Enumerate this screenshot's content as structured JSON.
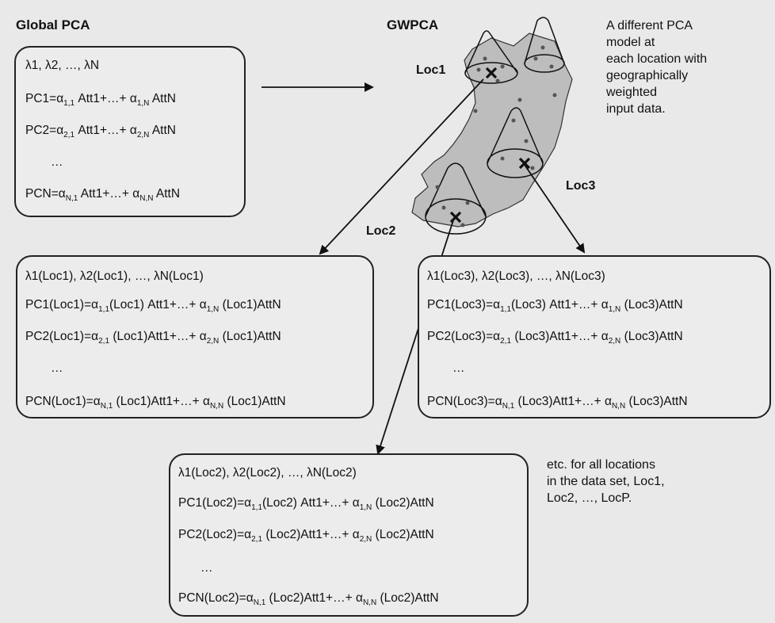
{
  "headings": {
    "global": "Global PCA",
    "gw": "GWPCA"
  },
  "notes": {
    "top_right": [
      "A different PCA",
      "model at",
      "each location with",
      "geographically",
      "weighted",
      "input data."
    ],
    "bottom_right": [
      "etc. for all locations",
      "in the data set, Loc1,",
      "Loc2, …, LocP."
    ]
  },
  "locations": {
    "loc1": "Loc1",
    "loc2": "Loc2",
    "loc3": "Loc3"
  },
  "global_box": {
    "eigen": "λ1, λ2, …, λN",
    "pc1": {
      "lhs": "PC1=α",
      "s1": "1,1",
      "mid": " Att1+…+ α",
      "s2": "1,N",
      "rhs": " AttN"
    },
    "pc2": {
      "lhs": "PC2=α",
      "s1": "2,1",
      "mid": " Att1+…+ α",
      "s2": "2,N",
      "rhs": " AttN"
    },
    "dots": "…",
    "pcn": {
      "lhs": "PCN=α",
      "s1": "N,1",
      "mid": " Att1+…+ α",
      "s2": "N,N",
      "rhs": " AttN"
    }
  },
  "loc1_box": {
    "eigen": "λ1(Loc1), λ2(Loc1), …, λN(Loc1)",
    "pc1": {
      "lhs": "PC1(Loc1)=α",
      "s1": "1,1",
      "mid": "(Loc1) Att1+…+ α",
      "s2": "1,N",
      "rhs": " (Loc1)AttN"
    },
    "pc2": {
      "lhs": "PC2(Loc1)=α",
      "s1": "2,1",
      "mid": " (Loc1)Att1+…+ α",
      "s2": "2,N",
      "rhs": " (Loc1)AttN"
    },
    "dots": "…",
    "pcn": {
      "lhs": "PCN(Loc1)=α",
      "s1": "N,1",
      "mid": " (Loc1)Att1+…+ α",
      "s2": "N,N",
      "rhs": " (Loc1)AttN"
    }
  },
  "loc3_box": {
    "eigen": "λ1(Loc3), λ2(Loc3), …, λN(Loc3)",
    "pc1": {
      "lhs": "PC1(Loc3)=α",
      "s1": "1,1",
      "mid": "(Loc3) Att1+…+ α",
      "s2": "1,N",
      "rhs": " (Loc3)AttN"
    },
    "pc2": {
      "lhs": "PC2(Loc3)=α",
      "s1": "2,1",
      "mid": " (Loc3)Att1+…+ α",
      "s2": "2,N",
      "rhs": " (Loc3)AttN"
    },
    "dots": "…",
    "pcn": {
      "lhs": "PCN(Loc3)=α",
      "s1": "N,1",
      "mid": " (Loc3)Att1+…+ α",
      "s2": "N,N",
      "rhs": " (Loc3)AttN"
    }
  },
  "loc2_box": {
    "eigen": "λ1(Loc2), λ2(Loc2), …, λN(Loc2)",
    "pc1": {
      "lhs": "PC1(Loc2)=α",
      "s1": "1,1",
      "mid": "(Loc2) Att1+…+ α",
      "s2": "1,N",
      "rhs": " (Loc2)AttN"
    },
    "pc2": {
      "lhs": "PC2(Loc2)=α",
      "s1": "2,1",
      "mid": " (Loc2)Att1+…+ α",
      "s2": "2,N",
      "rhs": " (Loc2)AttN"
    },
    "dots": "…",
    "pcn": {
      "lhs": "PCN(Loc2)=α",
      "s1": "N,1",
      "mid": " (Loc2)Att1+…+ α",
      "s2": "N,N",
      "rhs": " (Loc2)AttN"
    }
  },
  "colors": {
    "background": "#e9e9e9",
    "ink": "#111111",
    "map_fill": "#bdbdbd"
  },
  "icons": {
    "location_marker": "x-mark-icon",
    "map": "ireland-map",
    "kernel": "cone-kernel-icon"
  }
}
